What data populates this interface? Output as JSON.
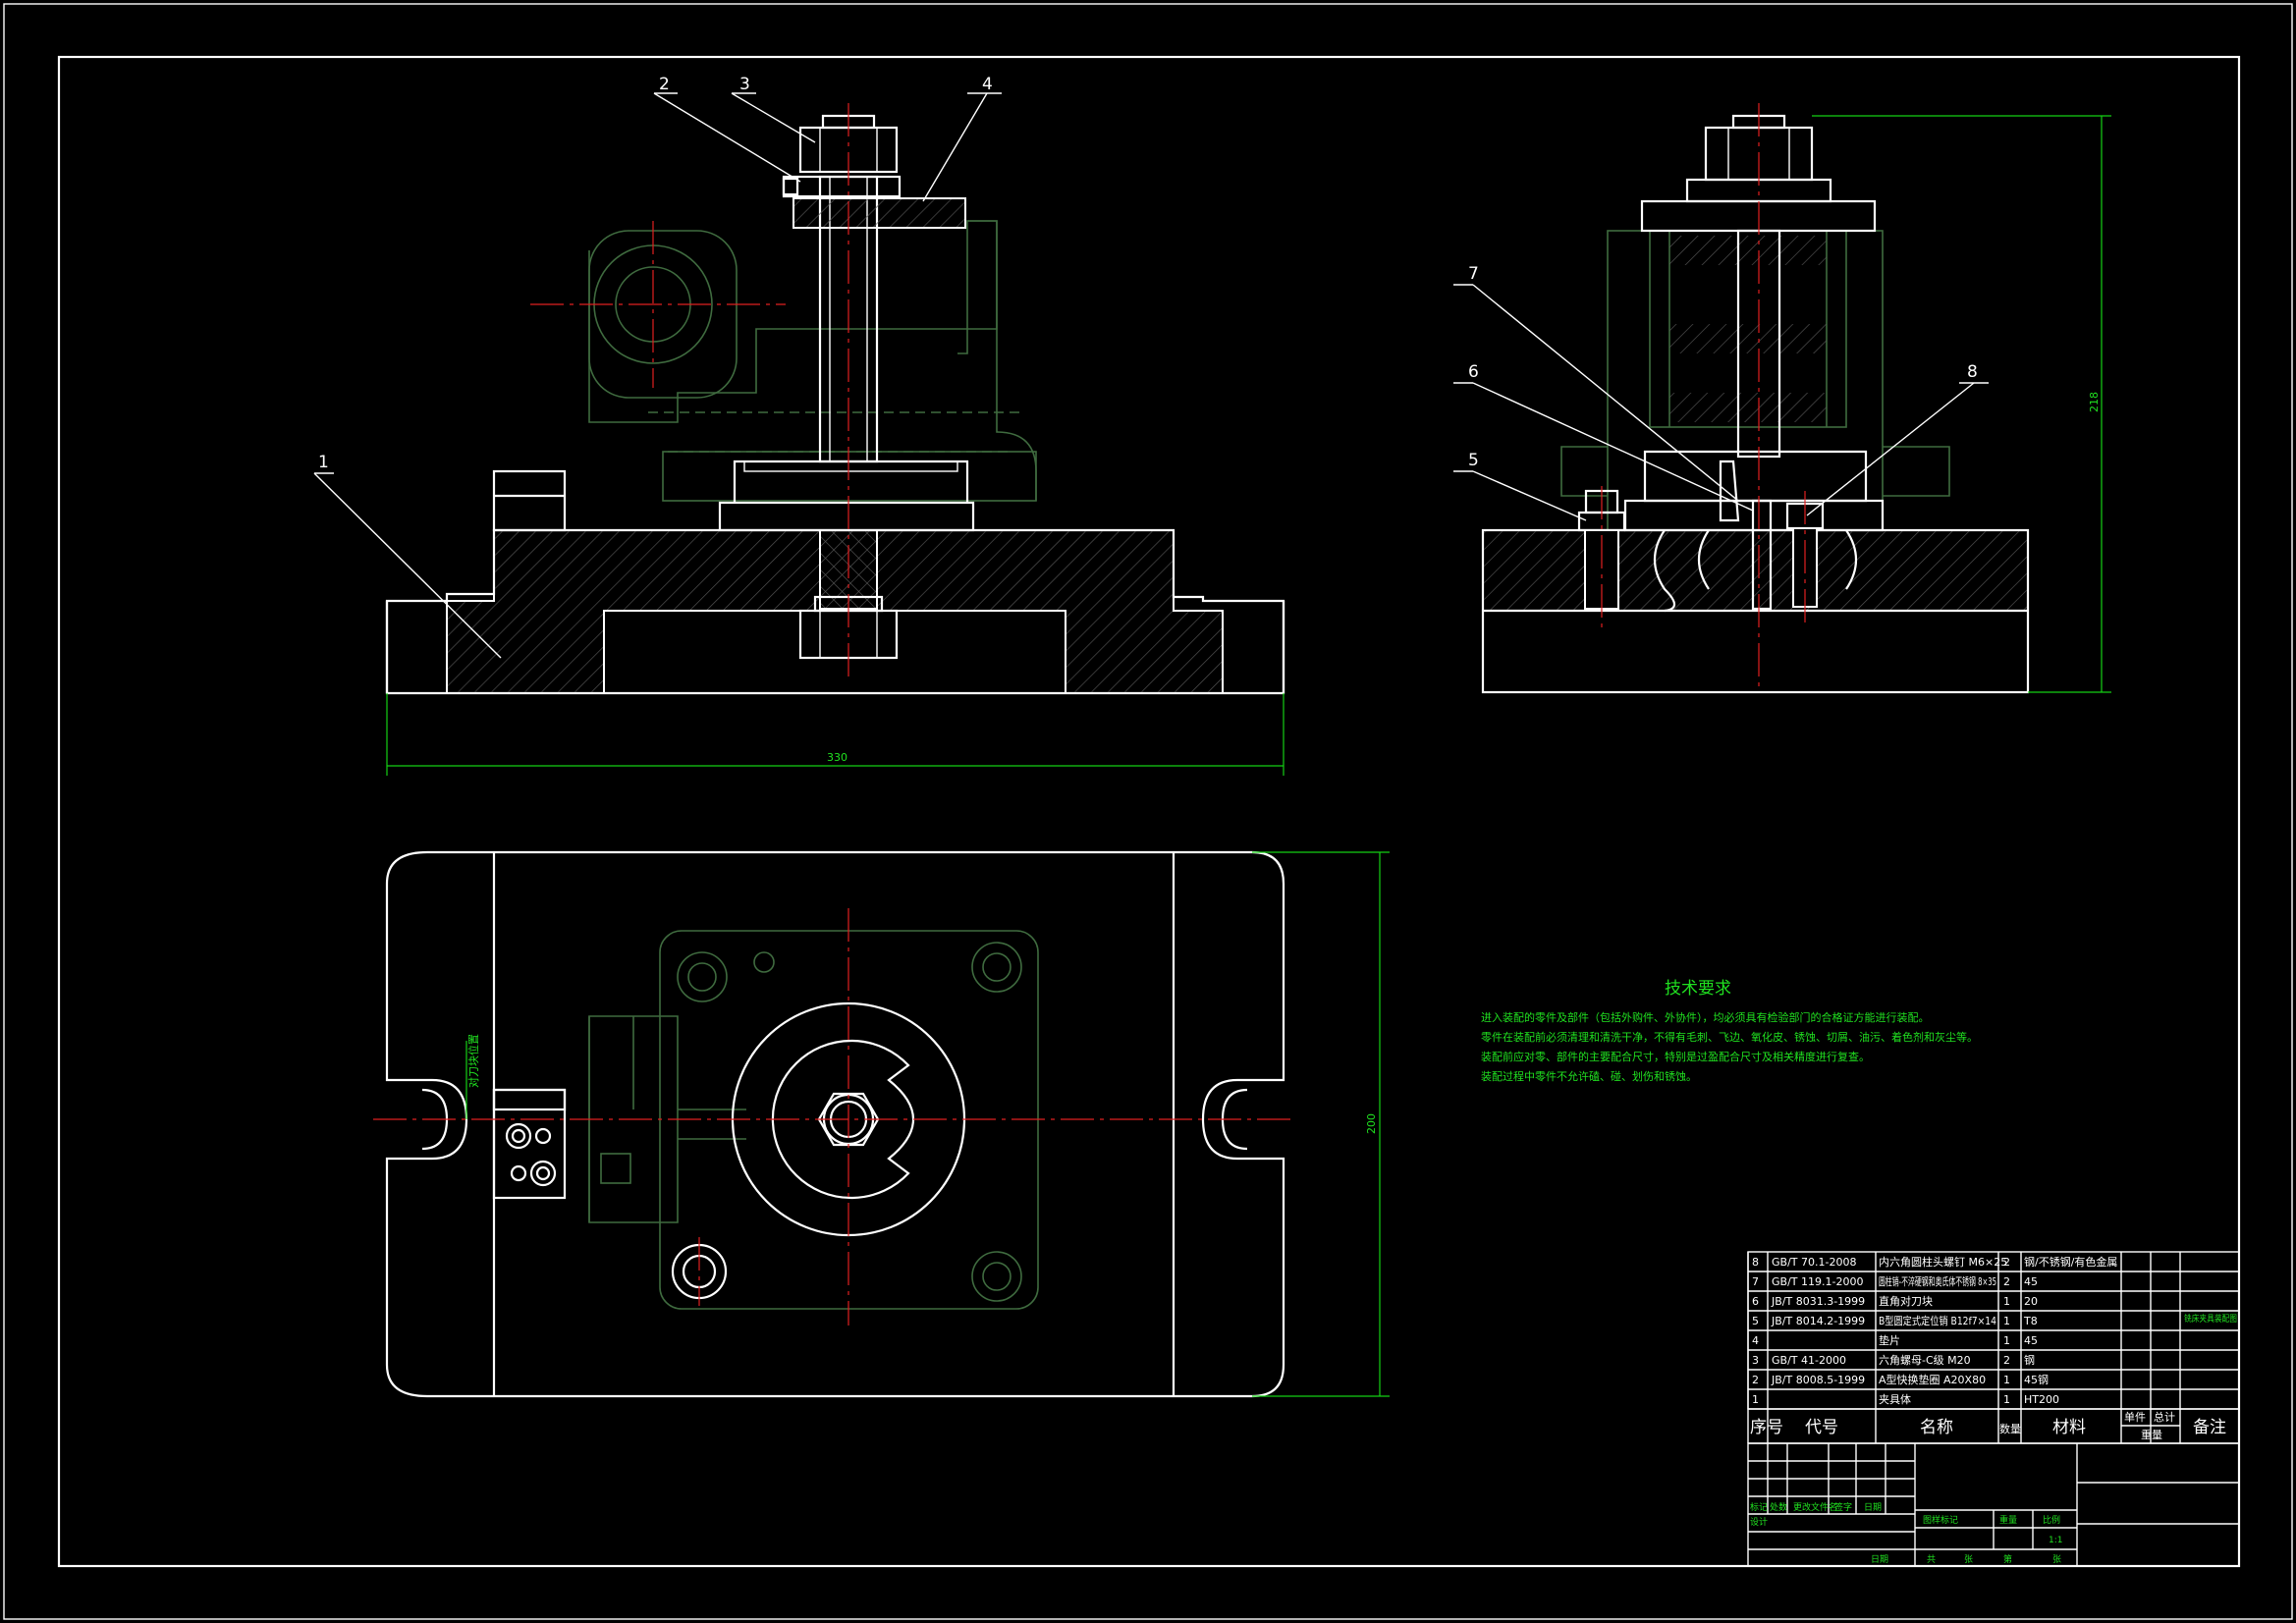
{
  "colors": {
    "background": "#000000",
    "outline": "#ffffff",
    "hidden": "#3f6b3f",
    "centerline": "#e02020",
    "dimension": "#14d014"
  },
  "part_labels": [
    "1",
    "2",
    "3",
    "4",
    "5",
    "6",
    "7",
    "8"
  ],
  "dimensions": {
    "width_front": "330",
    "height_plan": "200",
    "height_side": "218",
    "key_note": "对刀块位置"
  },
  "tech_requirements": {
    "title": "技术要求",
    "lines": [
      "进入装配的零件及部件（包括外购件、外协件），均必须具有检验部门的合格证方能进行装配。",
      "零件在装配前必须清理和清洗干净，不得有毛刺、飞边、氧化皮、锈蚀、切屑、油污、着色剂和灰尘等。",
      "装配前应对零、部件的主要配合尺寸，特别是过盈配合尺寸及相关精度进行复查。",
      "装配过程中零件不允许磕、碰、划伤和锈蚀。"
    ]
  },
  "parts_list": {
    "rows": [
      [
        "8",
        "GB/T 70.1-2008",
        "内六角圆柱头螺钉 M6×25",
        "2",
        "钢/不锈钢/有色金属"
      ],
      [
        "7",
        "GB/T 119.1-2000",
        "圆柱销-不淬硬钢和奥氏体不锈钢 8×35",
        "2",
        "45"
      ],
      [
        "6",
        "JB/T 8031.3-1999",
        "直角对刀块",
        "1",
        "20"
      ],
      [
        "5",
        "JB/T 8014.2-1999",
        "B型圆定式定位销 B12f7×14",
        "1",
        "T8"
      ],
      [
        "4",
        "",
        "垫片",
        "1",
        "45"
      ],
      [
        "3",
        "GB/T 41-2000",
        "六角螺母-C级 M20",
        "2",
        "钢"
      ],
      [
        "2",
        "JB/T 8008.5-1999",
        "A型快换垫圈 A20X80",
        "1",
        "45钢"
      ],
      [
        "1",
        "",
        "夹具体",
        "1",
        "HT200"
      ]
    ],
    "headers": {
      "no": "序号",
      "code": "代号",
      "name": "名称",
      "qty": "数量",
      "material": "材料",
      "unit_weight": "单件",
      "total_weight": "总计",
      "weight": "重量",
      "remarks": "备注"
    }
  },
  "title_block": {
    "drawing_title": "铣床夹具装配图",
    "sign_labels": [
      "标记",
      "处数",
      "更改文件名",
      "签字",
      "日期"
    ],
    "design": "设计",
    "stage_labels": [
      "图样标记",
      "重量",
      "比例"
    ],
    "scale": "1:1",
    "sheet": [
      "共",
      "张",
      "第",
      "张"
    ],
    "date": "日期"
  }
}
